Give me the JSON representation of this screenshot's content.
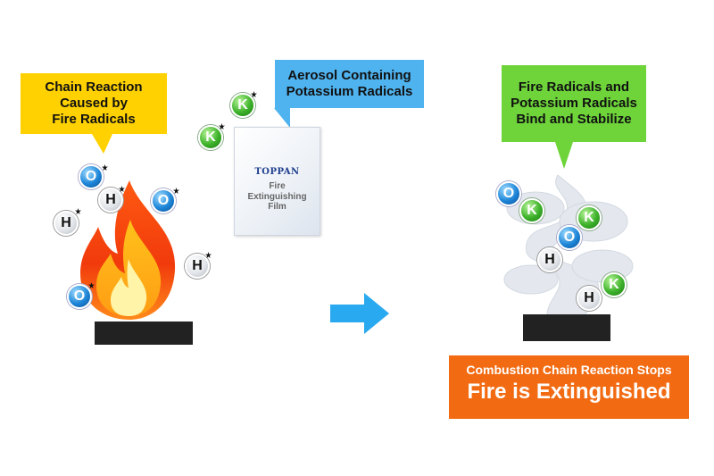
{
  "callouts": {
    "fire_radicals": [
      "Chain Reaction",
      "Caused by",
      "Fire Radicals"
    ],
    "aerosol": [
      "Aerosol Containing",
      "Potassium Radicals"
    ],
    "bind": [
      "Fire Radicals and",
      "Potassium Radicals",
      "Bind and Stabilize"
    ]
  },
  "film": {
    "brand": "TOPPAN",
    "label": [
      "Fire",
      "Extinguishing",
      "Film"
    ]
  },
  "result": {
    "line1": "Combustion Chain Reaction Stops",
    "line2": "Fire is Extinguished"
  },
  "symbols": {
    "oxygen": "O",
    "hydrogen": "H",
    "potassium": "K"
  },
  "colors": {
    "fire_callout": "#ffd100",
    "aerosol_callout": "#4fb3ef",
    "bind_callout": "#6ed43a",
    "result_box": "#f26b12",
    "arrow": "#29a9ef"
  }
}
